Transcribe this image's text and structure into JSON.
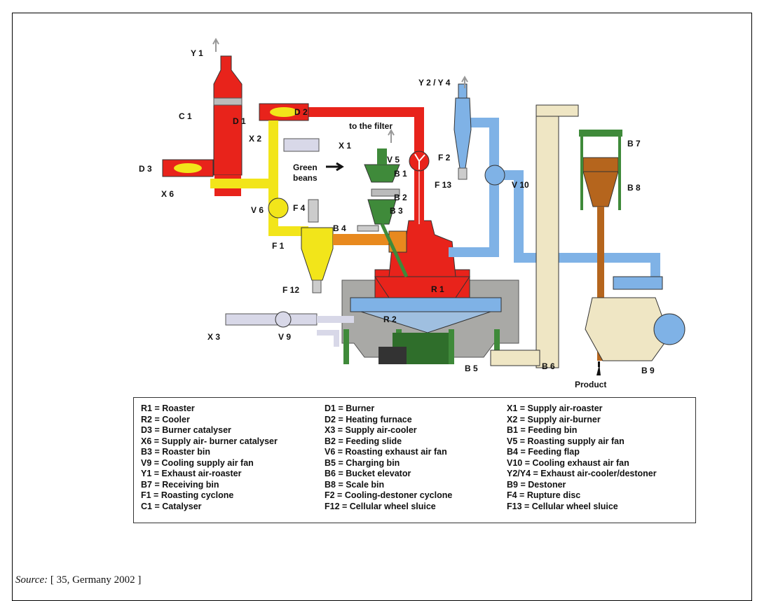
{
  "labels": {
    "y1": "Y 1",
    "c1": "C 1",
    "d1": "D 1",
    "d2": "D 2",
    "x2": "X 2",
    "d3": "D 3",
    "x6": "X 6",
    "x1": "X 1",
    "to_filter": "to the filter",
    "v5": "V 5",
    "b1": "B 1",
    "green_beans_1": "Green",
    "green_beans_2": "beans",
    "b2": "B 2",
    "b3": "B 3",
    "v6": "V 6",
    "f4": "F 4",
    "b4": "B 4",
    "f1": "F 1",
    "f12": "F 12",
    "r1": "R 1",
    "y2y4": "Y 2 / Y 4",
    "f2": "F 2",
    "f13": "F 13",
    "v10": "V 10",
    "b7": "B 7",
    "b8": "B 8",
    "r2": "R 2",
    "x3": "X 3",
    "v9": "V 9",
    "b5": "B 5",
    "b6": "B 6",
    "b9": "B 9",
    "product": "Product"
  },
  "legend": {
    "col1": [
      "R1 = Roaster",
      "R2 = Cooler",
      "D3 = Burner catalyser",
      "X6 = Supply air- burner catalyser",
      "B3 = Roaster bin",
      "V9 = Cooling supply air fan",
      "Y1 = Exhaust air-roaster",
      "B7 = Receiving bin",
      "F1 = Roasting cyclone",
      "C1 = Catalyser"
    ],
    "col2": [
      "D1 = Burner",
      "D2 = Heating furnace",
      "X3 = Supply air-cooler",
      "B2 = Feeding slide",
      "V6 = Roasting exhaust air fan",
      "B5 = Charging bin",
      "B6 = Bucket elevator",
      "B8 = Scale bin",
      "F2 = Cooling-destoner cyclone",
      "F12 = Cellular wheel sluice"
    ],
    "col3": [
      "X1 = Supply air-roaster",
      "X2 = Supply air-burner",
      "B1 = Feeding bin",
      "V5 = Roasting supply air fan",
      "B4 = Feeding flap",
      "V10 = Cooling exhaust air fan",
      "Y2/Y4 = Exhaust air-cooler/destoner",
      "B9 = Destoner",
      "F4 = Rupture disc",
      "F13 = Cellular wheel sluice"
    ]
  },
  "source": {
    "label": "Source:",
    "text": " [ 35, Germany 2002 ]"
  },
  "colors": {
    "red": "#e8231b",
    "yellow": "#f2e51a",
    "orange": "#e8891e",
    "blue": "#7fb2e6",
    "green": "#3f8a3a",
    "grey": "#a9a9a6",
    "brown": "#b5651d",
    "cream": "#efe6c4"
  }
}
